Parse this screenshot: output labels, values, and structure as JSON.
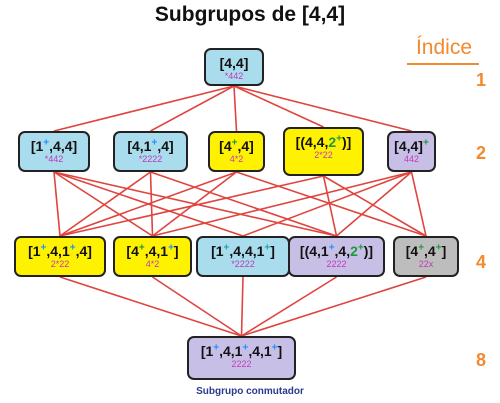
{
  "title": "Subgrupos de [4,4]",
  "index_heading": "Índice",
  "index_values": [
    "1",
    "2",
    "4",
    "8"
  ],
  "caption": "Subgrupo conmutador",
  "colors": {
    "cyan": "#a9dcec",
    "yellow": "#fff200",
    "lavender": "#c8bfe7",
    "gray": "#bdbdbd",
    "edge": "#e0443e",
    "index": "#f28a2e",
    "label_blue": "#1e90ff",
    "label_green": "#1c9a3a",
    "sub_magenta": "#c23ab8"
  },
  "nodes": [
    {
      "id": "n44",
      "fill": "cyan",
      "parts": [
        {
          "t": "[4,4]",
          "c": "black"
        }
      ],
      "sub": "*442"
    },
    {
      "id": "a1",
      "fill": "cyan",
      "parts": [
        {
          "t": "[1",
          "c": "black"
        },
        {
          "t": "+",
          "c": "blue",
          "sup": true
        },
        {
          "t": ",4,4]",
          "c": "black"
        }
      ],
      "sub": "*442"
    },
    {
      "id": "a2",
      "fill": "cyan",
      "parts": [
        {
          "t": "[4,1",
          "c": "black"
        },
        {
          "t": "+",
          "c": "blue",
          "sup": true
        },
        {
          "t": ",4]",
          "c": "black"
        }
      ],
      "sub": "*2222"
    },
    {
      "id": "a3",
      "fill": "yellow",
      "parts": [
        {
          "t": "[4",
          "c": "black"
        },
        {
          "t": "+",
          "c": "green",
          "sup": true
        },
        {
          "t": ",4]",
          "c": "black"
        }
      ],
      "sub": "4*2"
    },
    {
      "id": "a4",
      "fill": "yellow",
      "parts": [
        {
          "t": "[(4,4,",
          "c": "black"
        },
        {
          "t": "2",
          "c": "green"
        },
        {
          "t": "+",
          "c": "green",
          "sup": true
        },
        {
          "t": ")]",
          "c": "black"
        }
      ],
      "sub": "2*22"
    },
    {
      "id": "a5",
      "fill": "lavender",
      "parts": [
        {
          "t": "[4,4]",
          "c": "black"
        },
        {
          "t": "+",
          "c": "green",
          "sup": true
        }
      ],
      "sub": "442"
    },
    {
      "id": "b1",
      "fill": "yellow",
      "parts": [
        {
          "t": "[1",
          "c": "black"
        },
        {
          "t": "+",
          "c": "blue",
          "sup": true
        },
        {
          "t": ",4,1",
          "c": "black"
        },
        {
          "t": "+",
          "c": "blue",
          "sup": true
        },
        {
          "t": ",4]",
          "c": "black"
        }
      ],
      "sub": "2*22"
    },
    {
      "id": "b2",
      "fill": "yellow",
      "parts": [
        {
          "t": "[4",
          "c": "black"
        },
        {
          "t": "+",
          "c": "green",
          "sup": true
        },
        {
          "t": ",4,1",
          "c": "black"
        },
        {
          "t": "+",
          "c": "blue",
          "sup": true
        },
        {
          "t": "]",
          "c": "black"
        }
      ],
      "sub": "4*2"
    },
    {
      "id": "b3",
      "fill": "cyan",
      "parts": [
        {
          "t": "[1",
          "c": "black"
        },
        {
          "t": "+",
          "c": "teal",
          "sup": true
        },
        {
          "t": ",4,4,1",
          "c": "black"
        },
        {
          "t": "+",
          "c": "teal",
          "sup": true
        },
        {
          "t": "]",
          "c": "black"
        }
      ],
      "sub": "*2222"
    },
    {
      "id": "b4",
      "fill": "lavender",
      "parts": [
        {
          "t": "[(4,1",
          "c": "black"
        },
        {
          "t": "+",
          "c": "blue",
          "sup": true
        },
        {
          "t": ",4,",
          "c": "black"
        },
        {
          "t": "2",
          "c": "green"
        },
        {
          "t": "+",
          "c": "green",
          "sup": true
        },
        {
          "t": ")]",
          "c": "black"
        }
      ],
      "sub": "2222"
    },
    {
      "id": "b5",
      "fill": "gray",
      "parts": [
        {
          "t": "[4",
          "c": "black"
        },
        {
          "t": "+",
          "c": "green",
          "sup": true
        },
        {
          "t": ",4",
          "c": "black"
        },
        {
          "t": "+",
          "c": "green",
          "sup": true
        },
        {
          "t": "]",
          "c": "black"
        }
      ],
      "sub": "22x"
    },
    {
      "id": "c1",
      "fill": "lavender",
      "parts": [
        {
          "t": "[1",
          "c": "black"
        },
        {
          "t": "+",
          "c": "blue",
          "sup": true
        },
        {
          "t": ",4,1",
          "c": "black"
        },
        {
          "t": "+",
          "c": "blue",
          "sup": true
        },
        {
          "t": ",4,1",
          "c": "black"
        },
        {
          "t": "+",
          "c": "blue",
          "sup": true
        },
        {
          "t": "]",
          "c": "black"
        }
      ],
      "sub": "2222"
    }
  ],
  "edges": [
    [
      "n44",
      "a1"
    ],
    [
      "n44",
      "a2"
    ],
    [
      "n44",
      "a3"
    ],
    [
      "n44",
      "a4"
    ],
    [
      "n44",
      "a5"
    ],
    [
      "a1",
      "b1"
    ],
    [
      "a1",
      "b2"
    ],
    [
      "a1",
      "b3"
    ],
    [
      "a1",
      "b4"
    ],
    [
      "a2",
      "b1"
    ],
    [
      "a2",
      "b2"
    ],
    [
      "a2",
      "b4"
    ],
    [
      "a3",
      "b1"
    ],
    [
      "a3",
      "b2"
    ],
    [
      "a3",
      "b5"
    ],
    [
      "a4",
      "b1"
    ],
    [
      "a4",
      "b4"
    ],
    [
      "a4",
      "b5"
    ],
    [
      "a5",
      "b2"
    ],
    [
      "a5",
      "b3"
    ],
    [
      "a5",
      "b4"
    ],
    [
      "a5",
      "b5"
    ],
    [
      "b1",
      "c1"
    ],
    [
      "b2",
      "c1"
    ],
    [
      "b3",
      "c1"
    ],
    [
      "b4",
      "c1"
    ],
    [
      "b5",
      "c1"
    ]
  ]
}
